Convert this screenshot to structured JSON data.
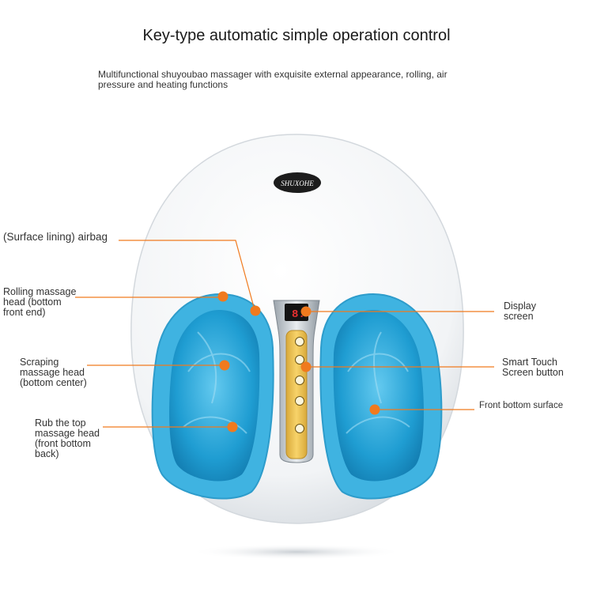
{
  "title": "Key-type automatic simple operation control",
  "subtitle": "Multifunctional shuyoubao massager with exquisite external appearance, rolling, air pressure and heating functions",
  "logo_text": "SHUXOHE",
  "display_digit": "8.",
  "labels": {
    "airbag": "(Surface lining) airbag",
    "rolling": "Rolling massage head (bottom front end)",
    "scraping": "Scraping massage head (bottom center)",
    "rub": "Rub the top massage head (front bottom back)",
    "display": "Display screen",
    "touch": "Smart Touch Screen button",
    "front": "Front bottom surface"
  },
  "colors": {
    "marker": "#f07a1e",
    "cavity": "#2aa6d8",
    "panel": "#f3c955"
  }
}
